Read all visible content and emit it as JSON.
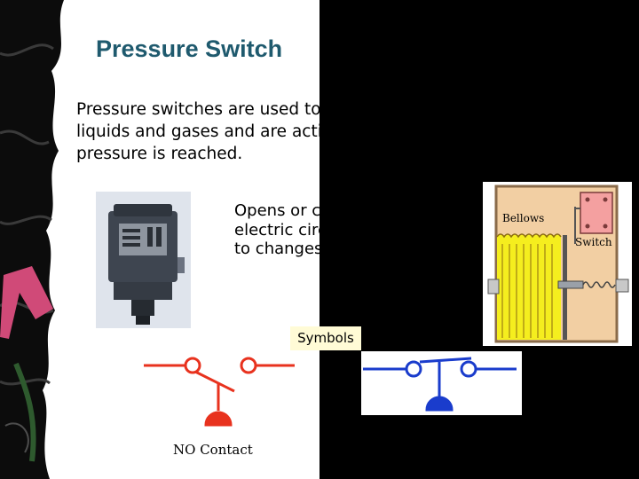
{
  "slide": {
    "title": "Pressure Switch",
    "intro": "Pressure switches are used to control the pressure of liquids and gases and are activated when a specific pressure is reached.",
    "description": "Opens or closes an electric circuit in response to changes in pressure.",
    "symbols_label": "Symbols",
    "no_contact_label": "NO Contact",
    "diagram": {
      "bellows_label": "Bellows",
      "switch_label": "Switch"
    }
  },
  "colors": {
    "title": "#1f5a6e",
    "red_symbol": "#e8321e",
    "blue_symbol": "#1a3ccc",
    "bellows_yellow": "#f5ee1e",
    "symbols_box": "#fffbd6"
  }
}
